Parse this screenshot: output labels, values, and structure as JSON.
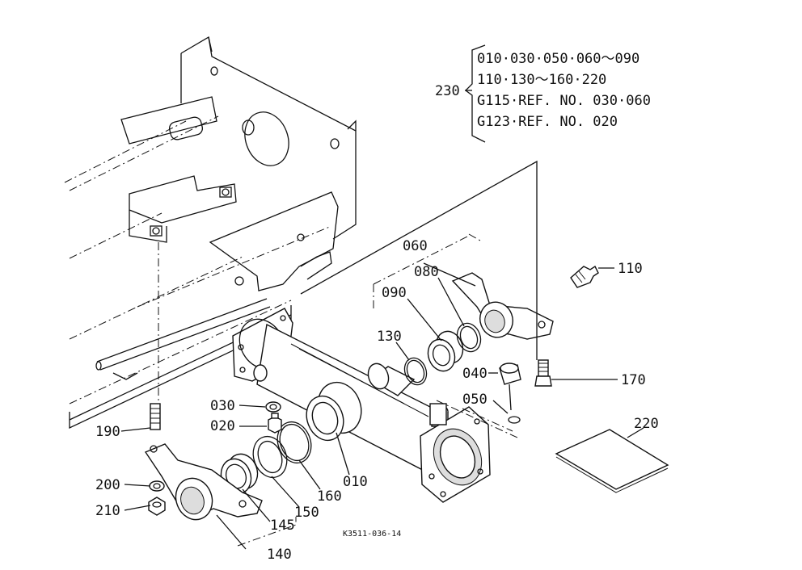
{
  "diagram": {
    "note_number": "230",
    "note_lines": [
      "010·030·050·060～090",
      "110·130～160·220",
      "G115·REF. NO. 030·060",
      "G123·REF. NO. 020"
    ],
    "labels": {
      "p010": "010",
      "p020": "020",
      "p030": "030",
      "p040": "040",
      "p050": "050",
      "p060": "060",
      "p080": "080",
      "p090": "090",
      "p110": "110",
      "p130": "130",
      "p140": "140",
      "p145": "145",
      "p150": "150",
      "p160": "160",
      "p170": "170",
      "p190": "190",
      "p200": "200",
      "p210": "210",
      "p220": "220"
    },
    "drawing_code": "K3511-036-14"
  }
}
